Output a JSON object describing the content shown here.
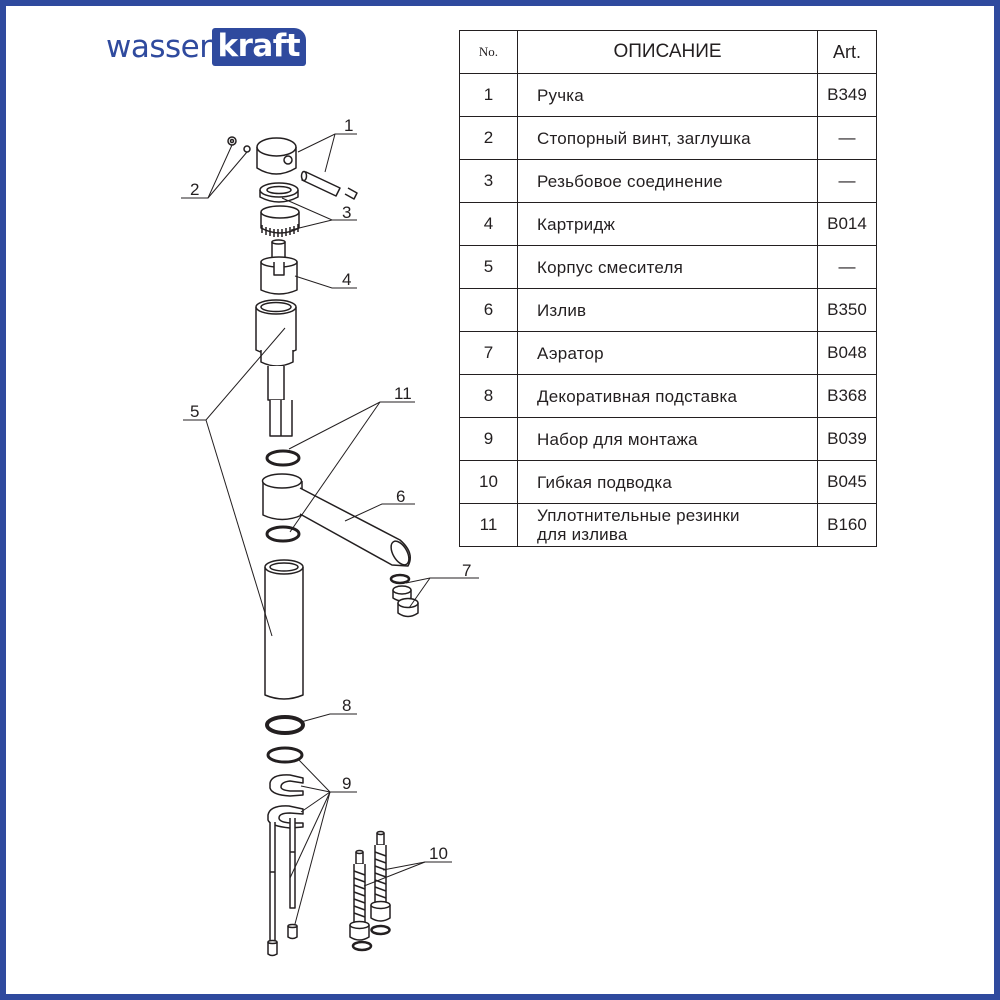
{
  "brand": {
    "part1": "wasser",
    "part2": "kraft"
  },
  "table": {
    "headers": {
      "no": "No.",
      "description": "ОПИСАНИЕ",
      "art": "Art."
    },
    "rows": [
      {
        "no": "1",
        "description": "Ручка",
        "art": "B349"
      },
      {
        "no": "2",
        "description": "Стопорный винт, заглушка",
        "art": "—"
      },
      {
        "no": "3",
        "description": "Резьбовое соединение",
        "art": "—"
      },
      {
        "no": "4",
        "description": "Картридж",
        "art": "B014"
      },
      {
        "no": "5",
        "description": "Корпус смесителя",
        "art": "—"
      },
      {
        "no": "6",
        "description": "Излив",
        "art": "B350"
      },
      {
        "no": "7",
        "description": "Аэратор",
        "art": "B048"
      },
      {
        "no": "8",
        "description": "Декоративная подставка",
        "art": "B368"
      },
      {
        "no": "9",
        "description": "Набор для монтажа",
        "art": "B039"
      },
      {
        "no": "10",
        "description": "Гибкая подводка",
        "art": "B045"
      },
      {
        "no": "11",
        "description": "Уплотнительные резинки для излива",
        "art": "B160"
      }
    ]
  },
  "callouts": {
    "c1": "1",
    "c2": "2",
    "c3": "3",
    "c4": "4",
    "c5": "5",
    "c6": "6",
    "c7": "7",
    "c8": "8",
    "c9": "9",
    "c10": "10",
    "c11": "11"
  },
  "colors": {
    "frame": "#2f4a9e",
    "brand": "#2f4a9e",
    "line": "#231f20"
  }
}
